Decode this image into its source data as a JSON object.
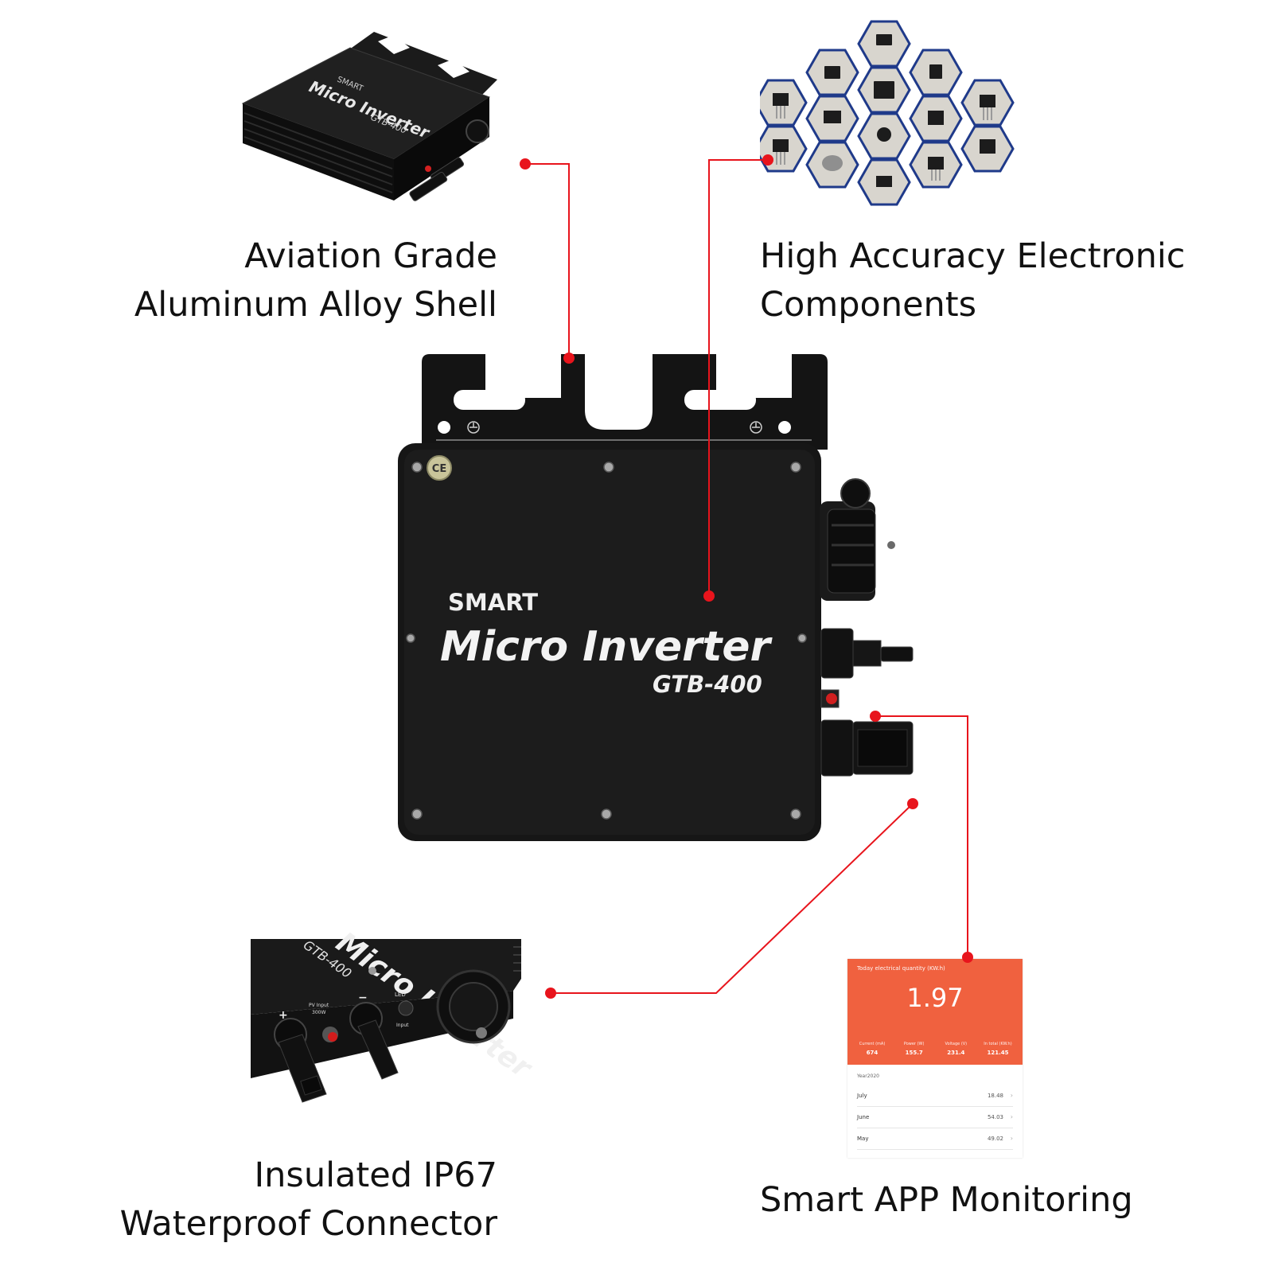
{
  "device": {
    "brand_small": "SMART",
    "product_name": "Micro Inverter",
    "model": "GTB-400",
    "cert_mark": "CE"
  },
  "features": {
    "shell": {
      "line1": "Aviation Grade",
      "line2": "Aluminum Alloy Shell"
    },
    "components": {
      "line1": "High Accuracy Electronic",
      "line2": "Components"
    },
    "connector": {
      "line1": "Insulated IP67",
      "line2": "Waterproof Connector"
    },
    "app": {
      "line1": "Smart APP Monitoring"
    }
  },
  "connector_closeup": {
    "plus": "+",
    "minus": "−",
    "pv_input_label": "PV Input",
    "pv_input_value": "300W",
    "led_label": "LED",
    "input_label": "Input"
  },
  "app_screen": {
    "header_label": "Today electrical quantity (KW.h)",
    "today_value": "1.97",
    "stats": [
      {
        "label": "Current (mA)",
        "value": "674"
      },
      {
        "label": "Power (W)",
        "value": "155.7"
      },
      {
        "label": "Voltage (V)",
        "value": "231.4"
      },
      {
        "label": "In total (KW.h)",
        "value": "121.45"
      }
    ],
    "year_label": "Year2020",
    "rows": [
      {
        "month": "July",
        "value": "18.48"
      },
      {
        "month": "June",
        "value": "54.03"
      },
      {
        "month": "May",
        "value": "49.02"
      }
    ]
  },
  "colors": {
    "callout_red": "#e8141c",
    "device_black": "#151515",
    "app_orange": "#f0613f",
    "hex_frame_blue": "#1f3a8a"
  }
}
